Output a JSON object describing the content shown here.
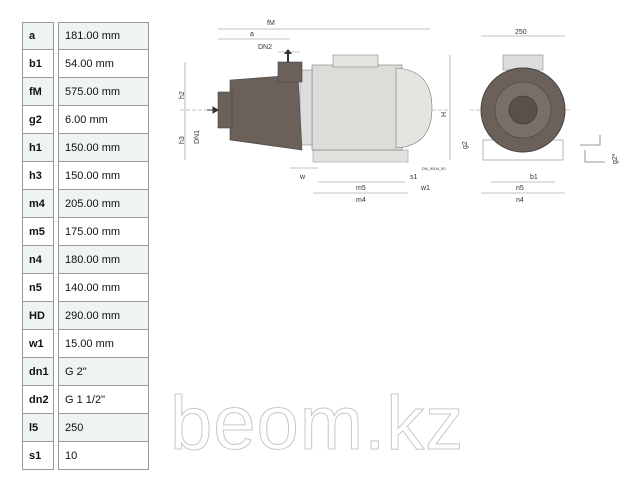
{
  "spec_rows": [
    {
      "key": "a",
      "value": "181.00 mm"
    },
    {
      "key": "b1",
      "value": "54.00 mm"
    },
    {
      "key": "fM",
      "value": "575.00 mm"
    },
    {
      "key": "g2",
      "value": "6.00 mm"
    },
    {
      "key": "h1",
      "value": "150.00 mm"
    },
    {
      "key": "h3",
      "value": "150.00 mm"
    },
    {
      "key": "m4",
      "value": "205.00 mm"
    },
    {
      "key": "m5",
      "value": "175.00 mm"
    },
    {
      "key": "n4",
      "value": "180.00 mm"
    },
    {
      "key": "n5",
      "value": "140.00 mm"
    },
    {
      "key": "HD",
      "value": "290.00 mm"
    },
    {
      "key": "w1",
      "value": "15.00 mm"
    },
    {
      "key": "dn1",
      "value": "G 2\""
    },
    {
      "key": "dn2",
      "value": "G 1 1/2\""
    },
    {
      "key": "l5",
      "value": "250"
    },
    {
      "key": "s1",
      "value": "10"
    }
  ],
  "drawing": {
    "fM": "fM",
    "a": "a",
    "DN2": "DN2",
    "DN1": "DN1",
    "h2": "h2",
    "h3": "h3",
    "H": "H",
    "w": "w",
    "s1": "s1",
    "w1": "w1",
    "m5": "m5",
    "m4": "m4",
    "code": "DN_9004_50",
    "width": "250",
    "g2": "g2",
    "g2s": "g2*",
    "b1": "b1",
    "n5": "n5",
    "n4": "n4"
  },
  "watermark": "beom.kz"
}
